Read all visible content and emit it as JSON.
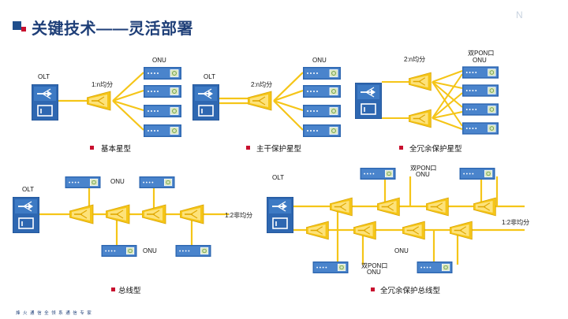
{
  "header": {
    "title": "关键技术——灵活部署",
    "logo_text": "N"
  },
  "colors": {
    "fiber": "#f5c518",
    "device_blue": "#2e67b1",
    "caption_bullet": "#c8102e",
    "title_blue": "#1f3f78"
  },
  "diagrams": {
    "basic_star": {
      "olt": "OLT",
      "onu": "ONU",
      "split": "1:n均分",
      "caption": "基本星型"
    },
    "trunk_protect": {
      "olt": "OLT",
      "onu": "ONU",
      "split": "2:n均分",
      "caption": "主干保护星型"
    },
    "full_protect_star": {
      "onu": "双PON口\nONU",
      "onu_line1": "双PON口",
      "onu_line2": "ONU",
      "split": "2:n均分",
      "caption": "全冗余保护星型"
    },
    "bus": {
      "olt": "OLT",
      "onu_top": "ONU",
      "onu_bottom": "ONU",
      "split": "1:2非均分",
      "caption": "总线型"
    },
    "full_protect_bus": {
      "olt": "OLT",
      "onu_top_line1": "双PON口",
      "onu_top_line2": "ONU",
      "onu_mid": "ONU",
      "onu_bottom_line1": "双PON口",
      "onu_bottom_line2": "ONU",
      "split": "1:2非均分",
      "caption": "全冗余保护总线型"
    }
  },
  "footer": {
    "text": "烽 火 通 信 全 领 系 通 信 专 家"
  }
}
